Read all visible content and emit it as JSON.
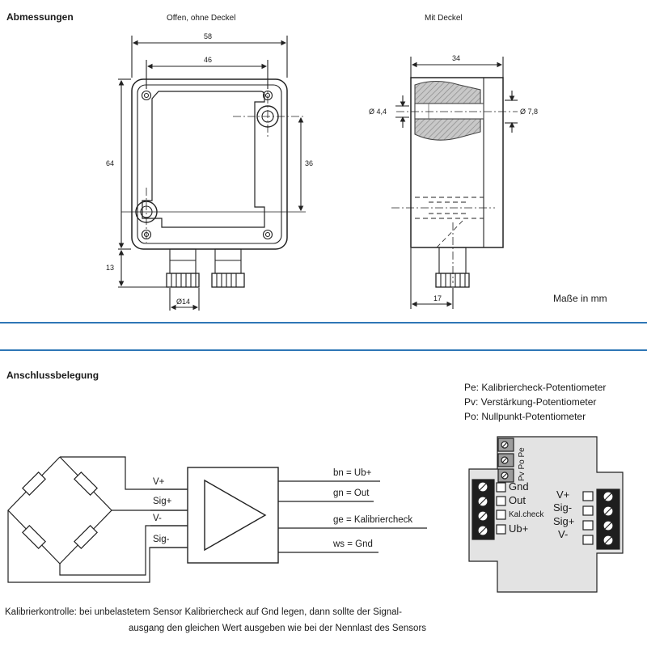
{
  "section1": {
    "title": "Abmessungen",
    "caption_left": "Offen, ohne Deckel",
    "caption_right": "Mit Deckel",
    "dims": {
      "d58": "58",
      "d46": "46",
      "d64": "64",
      "d36": "36",
      "d13": "13",
      "d14": "Ø14",
      "d34": "34",
      "d44": "Ø 4,4",
      "d78": "Ø 7,8",
      "d17": "17"
    },
    "unit_note": "Maße in mm"
  },
  "section2": {
    "title": "Anschlussbelegung",
    "pot_legend": [
      "Pe: Kalibriercheck-Potentiometer",
      "Pv: Verstärkung-Potentiometer",
      "Po: Nullpunkt-Potentiometer"
    ],
    "bridge_labels": [
      "V+",
      "Sig+",
      "V-",
      "Sig-"
    ],
    "outputs": [
      "bn = Ub+",
      "gn = Out",
      "ge = Kalibriercheck",
      "ws = Gnd"
    ],
    "board": {
      "pots": "Pv Po Pe",
      "left_terms": [
        "Gnd",
        "Out",
        "Kal.check",
        "Ub+"
      ],
      "right_terms": [
        "V+",
        "Sig-",
        "Sig+",
        "V-"
      ]
    },
    "note_line1": "Kalibrierkontrolle: bei unbelastetem Sensor Kalibriercheck auf Gnd legen, dann sollte der Signal-",
    "note_line2": "ausgang den gleichen Wert ausgeben wie bei der Nennlast des Sensors"
  }
}
